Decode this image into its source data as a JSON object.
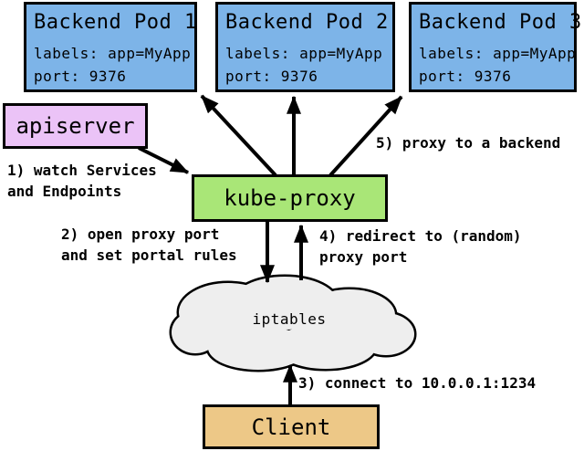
{
  "pods": [
    {
      "title": "Backend Pod 1",
      "labels": "labels: app=MyApp",
      "port": "port: 9376"
    },
    {
      "title": "Backend Pod 2",
      "labels": "labels: app=MyApp",
      "port": "port: 9376"
    },
    {
      "title": "Backend Pod 3",
      "labels": "labels: app=MyApp",
      "port": "port: 9376"
    }
  ],
  "nodes": {
    "apiserver": {
      "label": "apiserver"
    },
    "kube_proxy": {
      "label": "kube-proxy"
    },
    "iptables": {
      "label": "iptables"
    },
    "client": {
      "label": "Client"
    }
  },
  "annotations": {
    "step1": {
      "line1": "1) watch Services",
      "line2": "and Endpoints"
    },
    "step2": {
      "line1": "2) open proxy port",
      "line2": "and set portal rules"
    },
    "step3": {
      "line1": "3) connect to 10.0.0.1:1234"
    },
    "step4": {
      "line1": "4) redirect to (random)",
      "line2": "proxy port"
    },
    "step5": {
      "line1": "5) proxy to a backend"
    }
  },
  "colors": {
    "pod_fill": "#7DB4E8",
    "apiserver_fill": "#EBC3F7",
    "kubeproxy_fill": "#A9E677",
    "client_fill": "#EDC887",
    "cloud_fill": "#EEEEEE",
    "outline": "#000000"
  }
}
